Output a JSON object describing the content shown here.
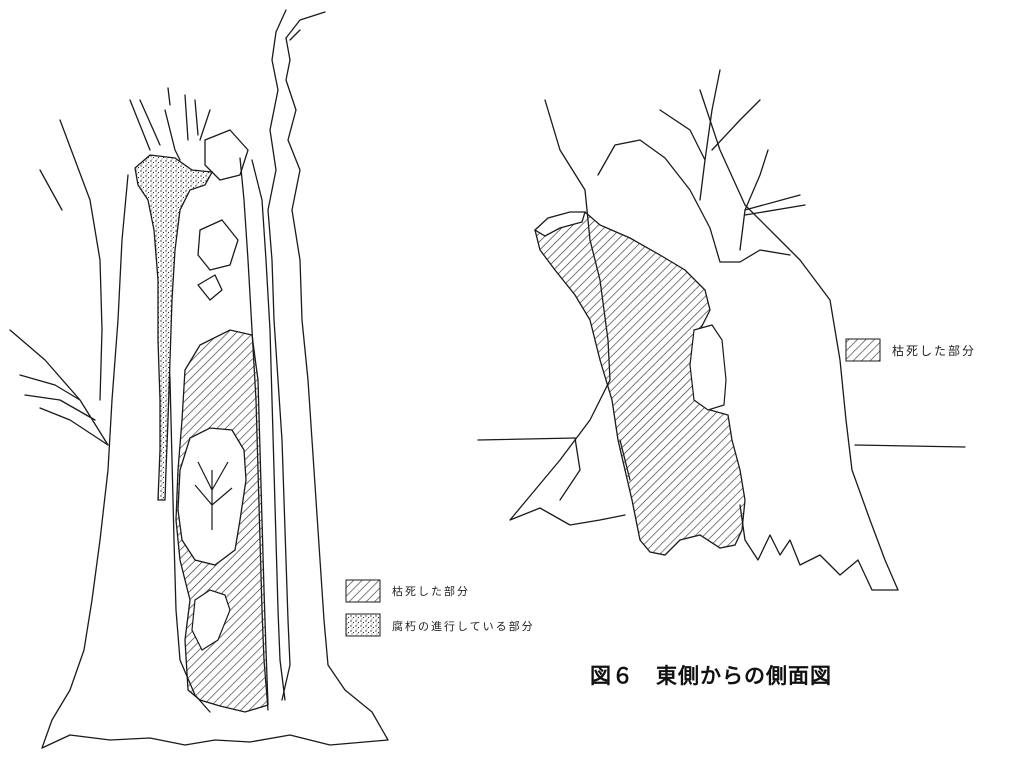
{
  "left_figure": {
    "legend": [
      {
        "swatch": "hatch",
        "label": "枯死した部分"
      },
      {
        "swatch": "stipple",
        "label": "腐朽の進行している部分"
      }
    ]
  },
  "right_figure": {
    "legend": [
      {
        "swatch": "hatch",
        "label": "枯死した部分"
      }
    ],
    "caption": "図６　東側からの側面図"
  },
  "colors": {
    "line": "#1a1a1a",
    "hatch": "#333333",
    "background": "#ffffff"
  }
}
